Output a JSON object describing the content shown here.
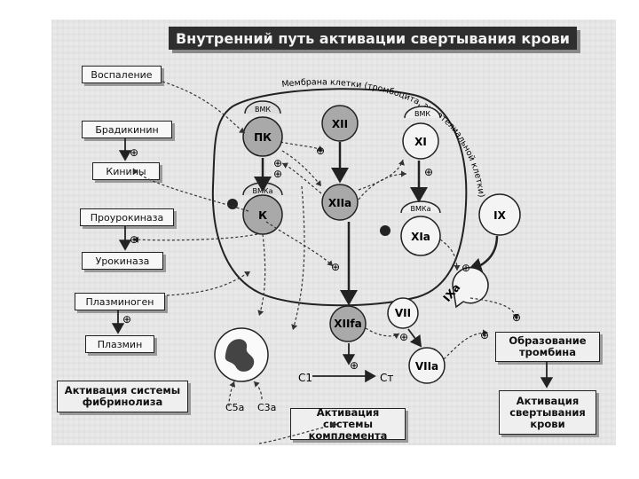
{
  "title": "Внутренний путь активации свертывания крови",
  "membrane_label": "Мембрана клетки (тромбоцита, эндотелиальной клетки)",
  "left_boxes": {
    "inflammation": "Воспаление",
    "bradykinin": "Брадикинин",
    "kinins": "Кинины",
    "prourokinase": "Проурокиназа",
    "urokinase": "Урокиназа",
    "plasminogen": "Плазминоген",
    "plasmin": "Плазмин",
    "fibrinolysis": "Активация системы фибринолиза"
  },
  "nodes": {
    "pk": "ПК",
    "k": "К",
    "hmk1": "ВМК",
    "hmk2": "ВМКа",
    "hmk3": "ВМК",
    "hmk4": "ВМКа",
    "xii": "XII",
    "xiia": "XIIa",
    "xiifa": "XIIfa",
    "xi": "XI",
    "xia": "XIa",
    "ix": "IX",
    "ixa": "IXa",
    "vii": "VII",
    "viia": "VIIa"
  },
  "complement": {
    "c1": "C1",
    "c_arrow": "Cт",
    "c5a": "C5a",
    "c3a": "C3a",
    "label": "Активация системы комплемента"
  },
  "right_boxes": {
    "thrombin": "Образование тромбина",
    "coagulation": "Активация свертывания крови"
  },
  "plus_sign": "⊕"
}
